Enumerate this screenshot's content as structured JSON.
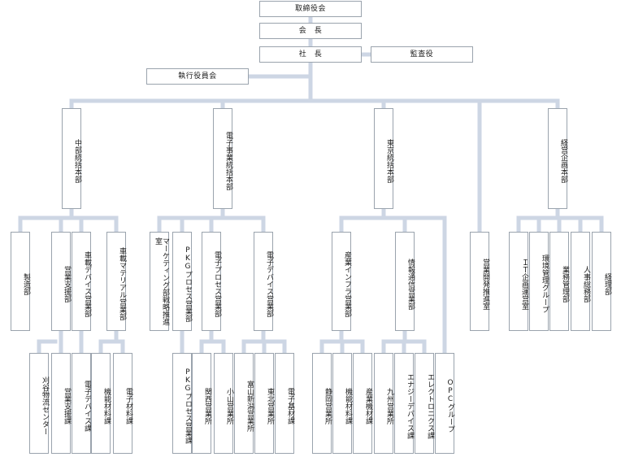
{
  "colors": {
    "connector": "#cdd6e4",
    "border": "#9aa3ad",
    "text": "#1a1a1a"
  },
  "board": "取締役会",
  "chairman": "会　長",
  "president": "社　長",
  "auditor": "監査役",
  "executive_committee": "執行役員会",
  "divisions": {
    "chubu": "中部統括本部",
    "electronics": "電子事業統括本部",
    "tokyo": "東京統括本部",
    "business_dev": "営業開発推進室",
    "planning": "経営企画本部"
  },
  "departments": {
    "manufacturing": "製造部",
    "sales_support": "営業支援部",
    "auto_device": "車載デバイス営業部",
    "auto_material": "車載マテリアル営業部",
    "marketing": "マーケティング部戦略推進室",
    "pkg_process": "PKGプロセス営業部",
    "e_process": "電子プロセス営業部",
    "e_device": "電子デバイス営業部",
    "industrial_infra": "産業インフラ営業部",
    "ict": "情報通信営業部",
    "it_planning": "ＩＴ企画運営室",
    "env_mgmt": "環境管理グループ",
    "business_mgmt": "業務管理部",
    "hr_general": "人事総務部",
    "accounting": "経理部"
  },
  "sections": {
    "kariya_logistics": "刈谷物流センター",
    "sales_support_sec": "営業支援課",
    "e_device_sec": "電子デバイス課",
    "functional_material_sec": "機能材料課",
    "e_material_sec": "電子材料課",
    "pkg_process_sec": "PKGプロセス営業課",
    "kansai_office": "関西営業所",
    "koyama_office": "小山営業所",
    "toyama_niigata_office": "富山新潟営業所",
    "tohoku_office": "東北営業所",
    "e_basic_material_sec": "電子基材課",
    "shizuoka_office": "静岡営業所",
    "functional_material_sec2": "機能材料課",
    "industrial_material_sec": "産業機材課",
    "kyushu_office": "九州営業所",
    "energy_device_sec": "エナジーデバイス課",
    "electronics_sec": "エレクトロニクス課",
    "opc_group": "OPCグループ"
  }
}
